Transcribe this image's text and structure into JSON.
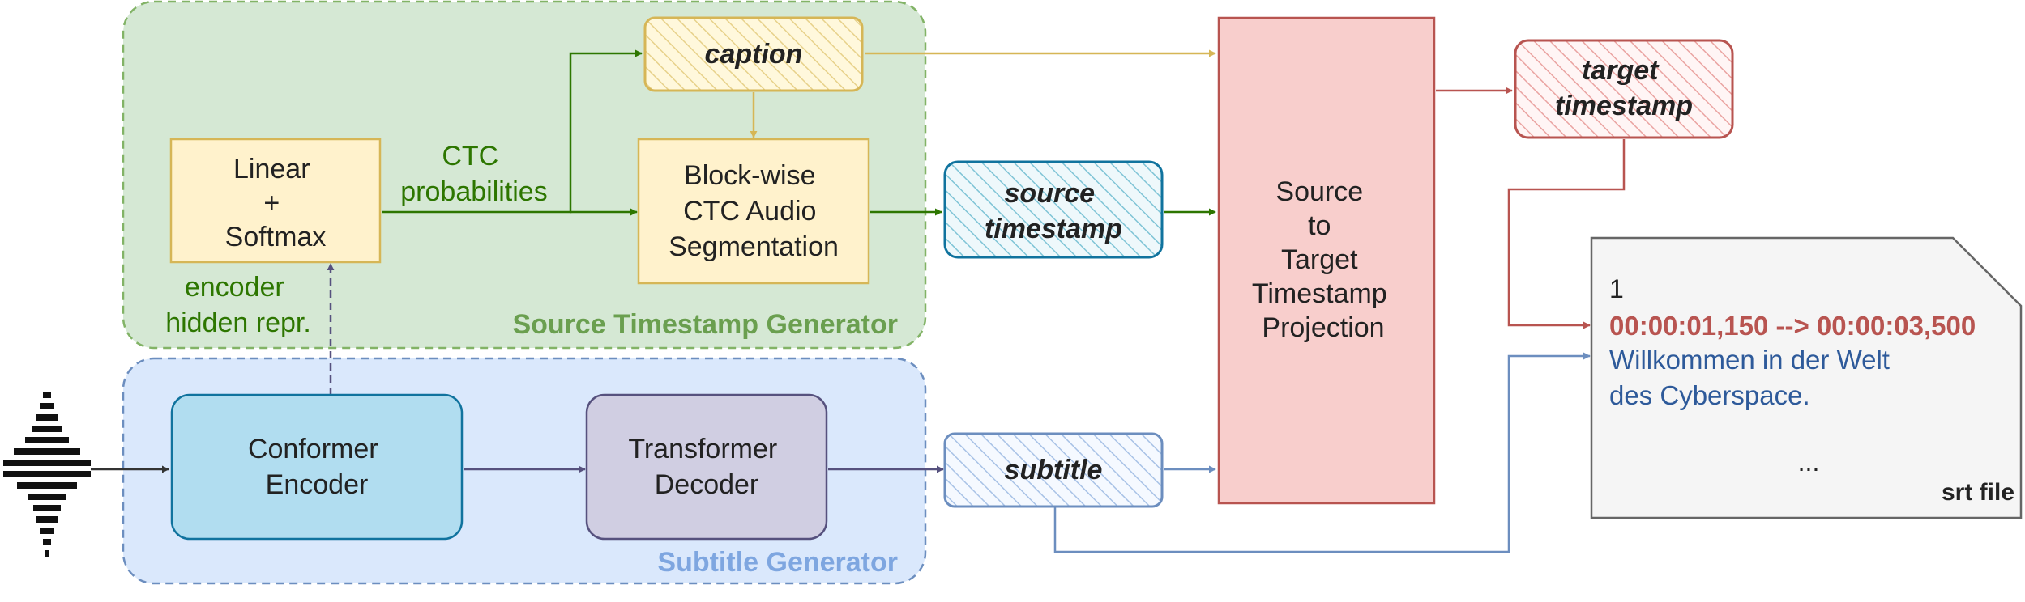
{
  "groups": {
    "source_ts_gen": "Source Timestamp Generator",
    "subtitle_gen": "Subtitle Generator"
  },
  "nodes": {
    "linear": [
      "Linear",
      "+",
      "Softmax"
    ],
    "blockwise": [
      "Block-wise",
      "CTC Audio",
      "Segmentation"
    ],
    "caption": "caption",
    "source_timestamp": [
      "source",
      "timestamp"
    ],
    "projection": [
      "Source",
      "to",
      "Target",
      "Timestamp",
      "Projection"
    ],
    "target_timestamp": [
      "target",
      "timestamp"
    ],
    "conformer": [
      "Conformer",
      "Encoder"
    ],
    "transformer": [
      "Transformer",
      "Decoder"
    ],
    "subtitle": "subtitle"
  },
  "edge_labels": {
    "ctc": [
      "CTC",
      "probabilities"
    ],
    "encoder_hidden": [
      "encoder",
      "hidden repr."
    ]
  },
  "srt": {
    "index": "1",
    "timecode": "00:00:01,150 --> 00:00:03,500",
    "line1": "Willkommen in der Welt",
    "line2": "des Cyberspace.",
    "ellipsis": "...",
    "label": "srt file"
  },
  "colors": {
    "green_group_fill": "#d5e8d4",
    "green_group_stroke": "#82b366",
    "green_group_text": "#6a9f4f",
    "blue_group_fill": "#dae8fc",
    "blue_group_stroke": "#6c8ebf",
    "blue_group_text": "#7ea6e0",
    "yellow_fill": "#fff2cc",
    "yellow_stroke": "#d6b656",
    "dark_green": "#2d7600",
    "teal": "#10739e",
    "red": "#b85450",
    "red_fill": "#f8cecc",
    "conformer_fill": "#b1ddf0",
    "transformer_fill": "#d0cee2",
    "transformer_stroke": "#56517e",
    "srt_fill": "#f5f5f5",
    "srt_stroke": "#666666",
    "blue_text": "#2e5a9a"
  }
}
